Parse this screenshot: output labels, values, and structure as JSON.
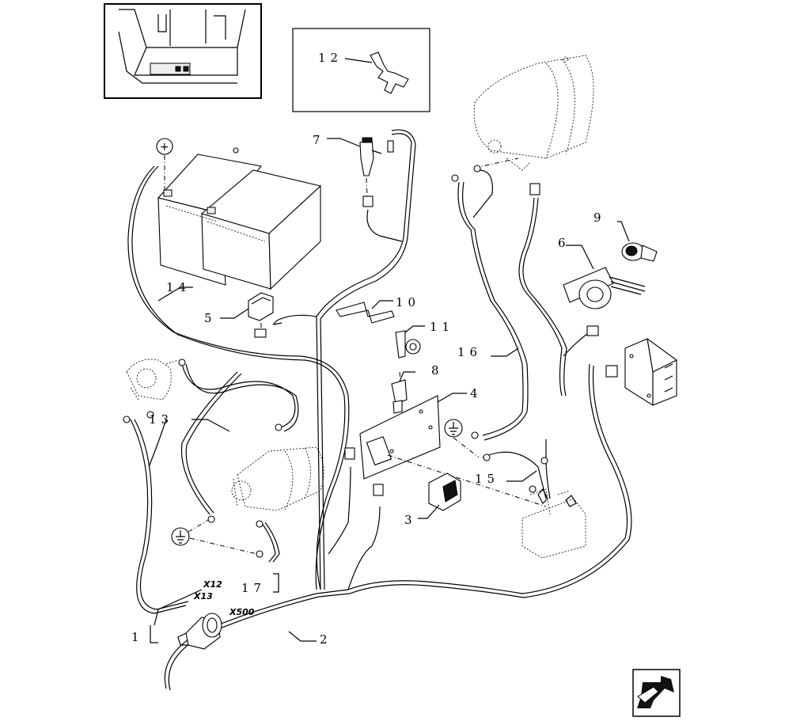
{
  "callouts": [
    "1",
    "2",
    "3",
    "4",
    "5",
    "6",
    "7",
    "8",
    "9",
    "10",
    "11",
    "12",
    "13",
    "14",
    "15",
    "16",
    "17"
  ],
  "connectors": [
    "X12",
    "X13",
    "X500"
  ],
  "symbols": {
    "positive": "+",
    "ground_icon": "ground-symbol-icon",
    "nav_icon": "previous-page-arrow-icon"
  }
}
